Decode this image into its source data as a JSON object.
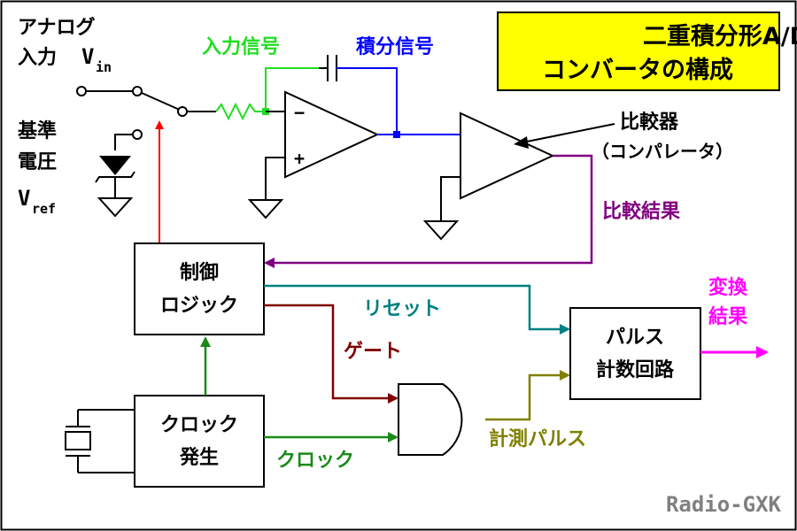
{
  "title": {
    "line1": "二重積分形A/D",
    "line2": "コンバータの構成"
  },
  "labels": {
    "analog_input_1": "アナログ",
    "analog_input_2": "入力",
    "vin_main": "V",
    "vin_sub": "in",
    "ref_1": "基準",
    "ref_2": "電圧",
    "vref_main": "V",
    "vref_sub": "ref",
    "input_signal": "入力信号",
    "integral_signal": "積分信号",
    "comparator_1": "比較器",
    "comparator_2": "（コンパレータ）",
    "compare_result": "比較結果",
    "reset": "リセット",
    "gate": "ゲート",
    "clock": "クロック",
    "measure_pulse": "計測パルス",
    "conversion_result_1": "変換",
    "conversion_result_2": "結果",
    "opamp_minus": "−",
    "opamp_plus": "+"
  },
  "blocks": {
    "control_logic_1": "制御",
    "control_logic_2": "ロジック",
    "clock_gen_1": "クロック",
    "clock_gen_2": "発生",
    "pulse_counter_1": "パルス",
    "pulse_counter_2": "計数回路"
  },
  "watermark": "Radio-GXK",
  "colors": {
    "title_bg": "#ffff00",
    "input_signal": "#22dd22",
    "integral_signal": "#0000ff",
    "select_arrow": "#ff0000",
    "compare_result": "#800080",
    "reset": "#008080",
    "gate": "#800000",
    "clock": "#1a8a1a",
    "measure_pulse": "#808000",
    "conversion_result": "#ff00ff",
    "watermark": "#808080"
  }
}
